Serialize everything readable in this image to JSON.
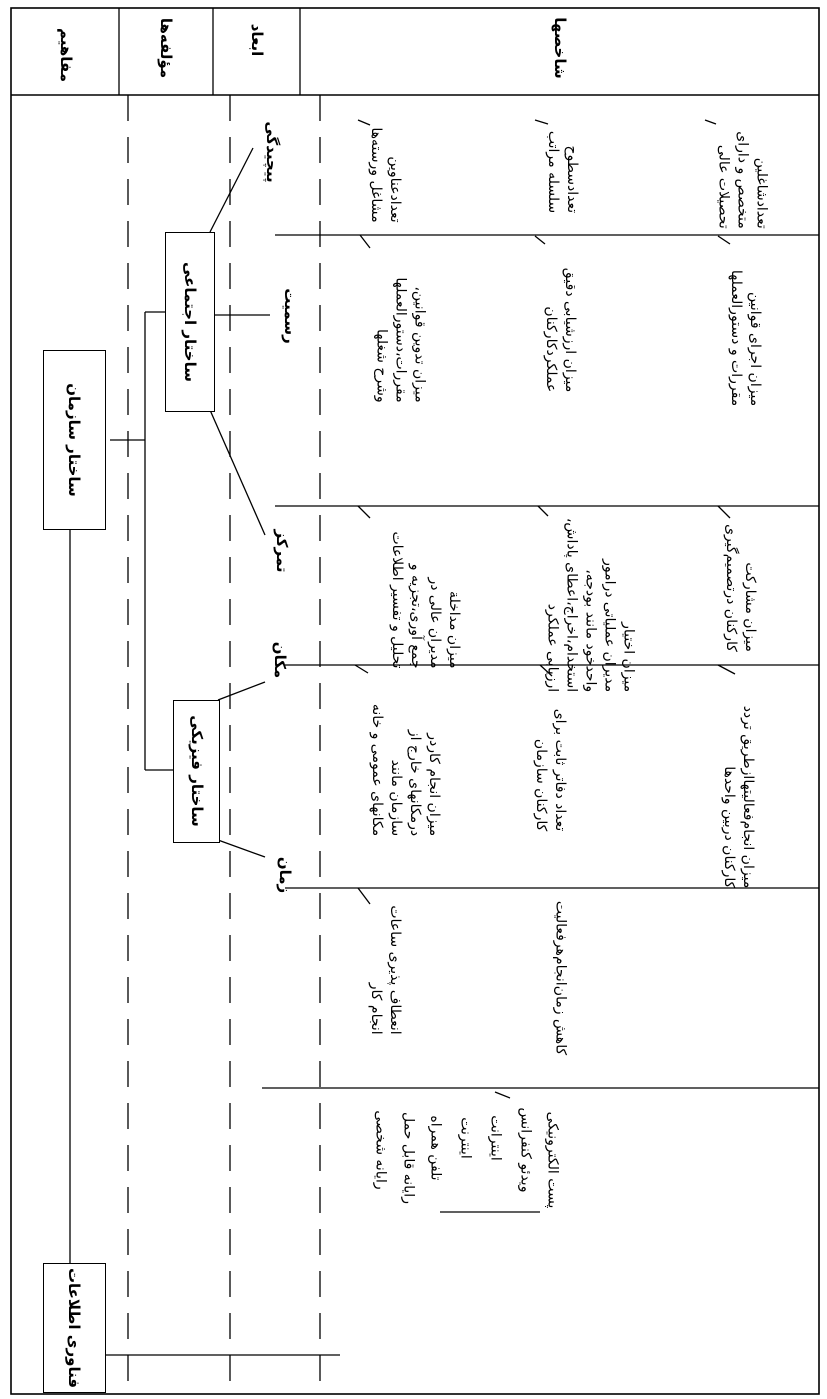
{
  "header": {
    "concepts": "مفاهیم",
    "components": "مؤلفه‌ها",
    "dimensions": "ابعاد",
    "indicators": "شاخصها"
  },
  "concepts": {
    "org_structure": "ساختار سازمان",
    "it": "فناوری اطلاعات"
  },
  "components": {
    "social": "ساختار اجتماعی",
    "physical": "ساختار فیزیکی"
  },
  "dimensions": {
    "complexity": "پیچیدگی",
    "formality": "رسمیت",
    "centralization": "تمرکز",
    "place": "مکان",
    "time": "زمان"
  },
  "indicators": {
    "complexity": [
      "تعدادعناوین\nمشاغل ورسته‌ها",
      "تعدادسطوح\nسلسله مراتب",
      "تعدادشاغلین\nمتخصص و دارای\nتحصیلات عالی"
    ],
    "formality": [
      "میزان تدوین قوانین،\nمقررات،دستورالعملها\nوشرح شغلها",
      "میزان ارزشیابی دقیق\nعملکردکارکنان",
      "میزان اجرای قوانین\nمقررات و دستورالعملها"
    ],
    "centralization": [
      "میزان مداخلة\nمدیران عالی در\nجمع آوری،تجزیه و\nتحلیل و تفسیر اطلاعات",
      "میزان اختیار\nمدیران عملیاتی درامور\nواحدخود مانند بودجه،\nاستخدام،اخراج،اعطای پاداش،\nارزیابی عملکرد",
      "میزان مشارکت\nکارکنان درتصمیم‌گیری"
    ],
    "place": [
      "میزان انجام کاردر\nدرمکانهای خارج از\nسازمان مانند\nمکانهای عمومی و خانه",
      "تعداد دفاتر ثابت برای\nکارکنان سازمان",
      "میزان انجام‌فعالیتهاازطریق تردد\nکارکنان دربین واحدها"
    ],
    "time": [
      "انعطاف پذیری ساعات\nانجام کار",
      "کاهش زمان‌انجام‌هرفعالیت"
    ]
  },
  "it_items": [
    "رایانه شخصی",
    "رایانه قابل حمل",
    "تلفن همراه",
    "اینترنت",
    "اینترانت",
    "ویدئو کنفرانس",
    "پست الکترونیکی"
  ]
}
